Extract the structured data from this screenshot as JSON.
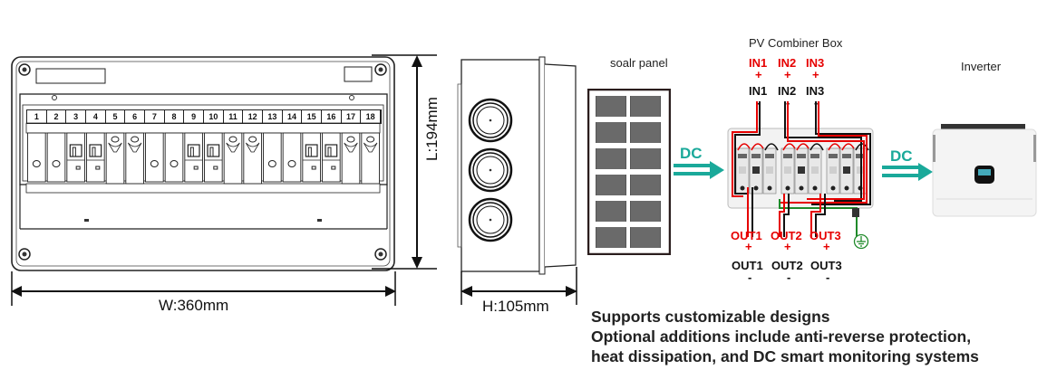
{
  "front_view": {
    "width_label": "W:360mm",
    "length_label": "L:194mm",
    "slot_numbers": [
      "1",
      "2",
      "3",
      "4",
      "5",
      "6",
      "7",
      "8",
      "9",
      "10",
      "11",
      "12",
      "13",
      "14",
      "15",
      "16",
      "17",
      "18"
    ],
    "slot_types": [
      "isolator",
      "isolator",
      "mcb",
      "mcb",
      "fuse",
      "fuse",
      "isolator",
      "isolator",
      "mcb",
      "mcb",
      "fuse",
      "fuse",
      "isolator",
      "isolator",
      "mcb",
      "mcb",
      "fuse",
      "fuse"
    ]
  },
  "side_view": {
    "height_label": "H:105mm",
    "gland_count": 3
  },
  "flow": {
    "solar_panel_label": "soalr panel",
    "arrow1_label": "DC",
    "combiner_title": "PV Combiner Box",
    "inputs_positive": [
      "IN1",
      "IN2",
      "IN3"
    ],
    "inputs_negative": [
      "IN1",
      "IN2",
      "IN3"
    ],
    "positive_sign": "+",
    "negative_sign": "-",
    "outputs_positive": [
      "OUT1",
      "OUT2",
      "OUT3"
    ],
    "outputs_negative": [
      "OUT1",
      "OUT2",
      "OUT3"
    ],
    "arrow2_label": "DC",
    "inverter_label": "Inverter"
  },
  "description": {
    "line1": "Supports customizable designs",
    "line2": "Optional additions include anti-reverse protection,",
    "line3": "heat dissipation, and DC smart monitoring systems"
  },
  "colors": {
    "dc_arrow": "#1aa99a",
    "positive": "#e60000",
    "negative": "#111111",
    "ground": "#1f8a2a"
  }
}
